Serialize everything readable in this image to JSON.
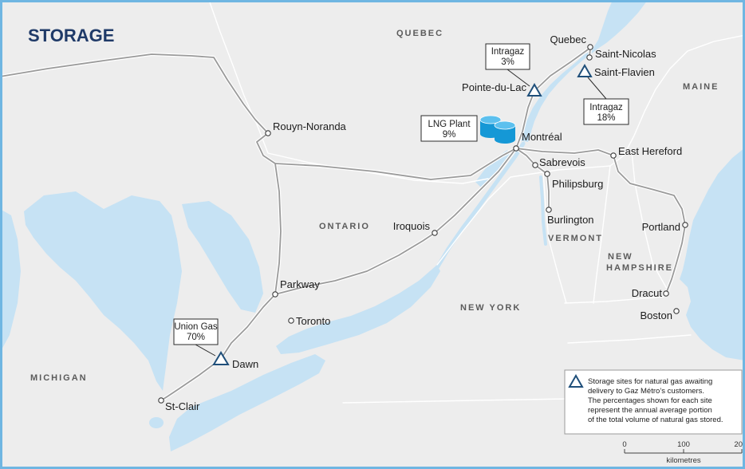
{
  "title": "STORAGE",
  "regions": {
    "quebec": "QUEBEC",
    "maine": "MAINE",
    "ontario": "ONTARIO",
    "vermont": "VERMONT",
    "new_hampshire": [
      "NEW",
      "HAMPSHIRE"
    ],
    "new_york": "NEW YORK",
    "michigan": "MICHIGAN"
  },
  "cities": {
    "quebec": "Quebec",
    "saint_nicolas": "Saint-Nicolas",
    "rouyn_noranda": "Rouyn-Noranda",
    "montreal": "Montréal",
    "east_hereford": "East Hereford",
    "sabrevois": "Sabrevois",
    "philipsburg": "Philipsburg",
    "iroquois": "Iroquois",
    "burlington": "Burlington",
    "portland": "Portland",
    "parkway": "Parkway",
    "toronto": "Toronto",
    "dracut": "Dracut",
    "boston": "Boston",
    "st_clair": "St-Clair"
  },
  "storage_sites": {
    "pointe_du_lac": "Pointe-du-Lac",
    "saint_flavien": "Saint-Flavien",
    "dawn": "Dawn"
  },
  "callouts": {
    "intragaz_pointe_du_lac": {
      "operator": "Intragaz",
      "share": "3%"
    },
    "intragaz_saint_flavien": {
      "operator": "Intragaz",
      "share": "18%"
    },
    "lng_plant": {
      "operator": "LNG Plant",
      "share": "9%"
    },
    "union_gas": {
      "operator": "Union Gas",
      "share": "70%"
    }
  },
  "legend": {
    "lines": [
      "Storage sites for natural gas awaiting",
      "delivery to Gaz Métro’s customers.",
      "The percentages shown for each site",
      "represent the annual average portion",
      "of the total volume of natural gas stored."
    ]
  },
  "scale": {
    "ticks": [
      "0",
      "100",
      "20"
    ],
    "unit": "kilometres"
  },
  "icons": {
    "storage_site": "storage-triangle-icon",
    "lng_plant": "lng-tank-icon",
    "city": "city-dot-icon"
  },
  "colors": {
    "title": "#1f3a68",
    "land": "#ededed",
    "water": "#c6e2f4",
    "frame": "#6fb6e2",
    "storage_symbol": "#1f4f7a",
    "lng_tank": "#1598d6",
    "pipeline": "#9a9a9a"
  }
}
